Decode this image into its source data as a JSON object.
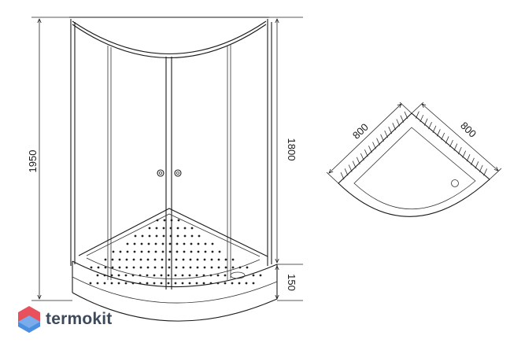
{
  "dimensions": {
    "height_total": "1950",
    "height_door": "1800",
    "height_tray": "150",
    "tray_side_left": "800",
    "tray_side_right": "800"
  },
  "logo": {
    "text": "termokit"
  },
  "colors": {
    "line": "#1a1a1a",
    "logo_red": "#e8505b",
    "logo_blue": "#4a90e2",
    "logo_text": "#3d4a5c"
  }
}
